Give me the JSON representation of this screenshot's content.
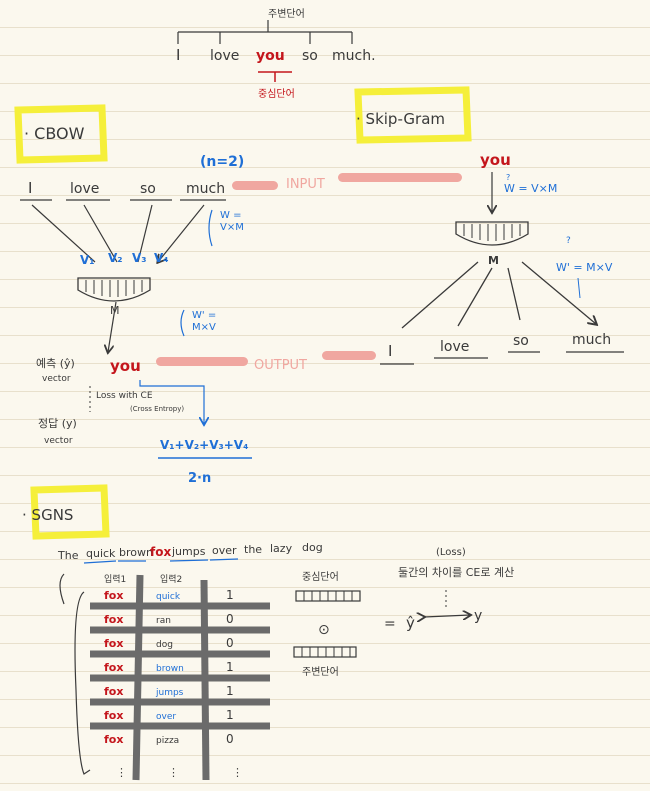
{
  "top_sentence": {
    "surrounding_label": "주변단어",
    "words": [
      "I",
      "love",
      "you",
      "so",
      "much."
    ],
    "center_label": "중심단어"
  },
  "cbow": {
    "title": "CBOW",
    "window_note": "(n=2)",
    "words": [
      "I",
      "love",
      "so",
      "much"
    ],
    "vectors": [
      "V₁",
      "V₂",
      "V₃",
      "V₄"
    ],
    "w_label": [
      "W =",
      "V×M"
    ],
    "m_label": "M",
    "w_prime_label": [
      "W' =",
      "M×V"
    ],
    "pred_label": "예측 (ŷ)",
    "pred_sub": "vector",
    "pred_word": "you",
    "loss_text": "Loss with CE",
    "loss_sub": "(Cross Entropy)",
    "answer_label": "정답 (y)",
    "answer_sub": "vector",
    "avg_numerator": "V₁+V₂+V₃+V₄",
    "avg_denominator": "2·n"
  },
  "center": {
    "input_label": "INPUT",
    "output_label": "OUTPUT"
  },
  "skip_gram": {
    "title": "Skip-Gram",
    "input_word": "you",
    "w_label": "W = V×M",
    "w_mark": "?",
    "m_label": "M",
    "w_prime_label": "W' = M×V",
    "w_prime_mark": "?",
    "outputs": [
      "I",
      "love",
      "so",
      "much"
    ]
  },
  "sgns": {
    "title": "SGNS",
    "sentence_words": [
      "The",
      "quick",
      "brown",
      "fox",
      "jumps",
      "over",
      "the",
      "lazy",
      "dog"
    ],
    "col_headers": [
      "입력1",
      "입력2"
    ],
    "rows": [
      {
        "input1": "fox",
        "input2": "quick",
        "label": "1"
      },
      {
        "input1": "fox",
        "input2": "ran",
        "label": "0"
      },
      {
        "input1": "fox",
        "input2": "dog",
        "label": "0"
      },
      {
        "input1": "fox",
        "input2": "brown",
        "label": "1"
      },
      {
        "input1": "fox",
        "input2": "jumps",
        "label": "1"
      },
      {
        "input1": "fox",
        "input2": "over",
        "label": "1"
      },
      {
        "input1": "fox",
        "input2": "pizza",
        "label": "0"
      }
    ],
    "center_word_label": "중심단어",
    "context_word_label": "주변단어",
    "dot_symbol": "⊙",
    "equals": "=",
    "y_hat": "ŷ",
    "y": "y",
    "loss_paren": "(Loss)",
    "loss_desc": "둘간의 차이를 CE로 계산"
  },
  "colors": {
    "ink": "#3a3a3a",
    "red": "#c4161c",
    "blue": "#1f6fd6",
    "highlight_yellow": "#f5ef3a",
    "pink_bar": "#f0a7a0",
    "grid": "#6b6b6b"
  }
}
